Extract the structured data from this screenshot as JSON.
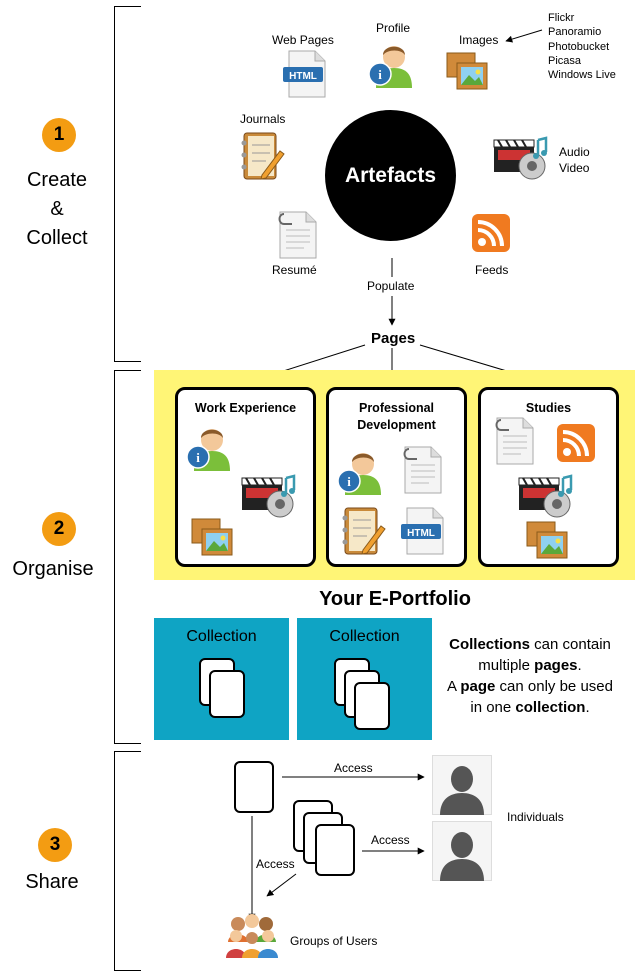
{
  "steps": [
    {
      "number": "1",
      "label_lines": [
        "Create",
        "&",
        "Collect"
      ]
    },
    {
      "number": "2",
      "label_lines": [
        "Organise"
      ]
    },
    {
      "number": "3",
      "label_lines": [
        "Share"
      ]
    }
  ],
  "artefacts": {
    "center": "Artefacts",
    "web_pages": "Web Pages",
    "profile": "Profile",
    "images": "Images",
    "image_sources": [
      "Flickr",
      "Panoramio",
      "Photobucket",
      "Picasa",
      "Windows Live"
    ],
    "journals": "Journals",
    "audio": "Audio",
    "video": "Video",
    "resume": "Resumé",
    "feeds": "Feeds",
    "populate": "Populate",
    "pages": "Pages"
  },
  "page_boxes": [
    {
      "title_lines": [
        "Work Experience"
      ]
    },
    {
      "title_lines": [
        "Professional",
        "Development"
      ]
    },
    {
      "title_lines": [
        "Studies"
      ]
    }
  ],
  "portfolio_title": "Your E-Portfolio",
  "collections": {
    "label": "Collection",
    "note": {
      "line1_bold": "Collections",
      "line1_rest": " can contain",
      "line2_pre": "multiple ",
      "line2_bold": "pages",
      "line2_post": ".",
      "line3_pre": "A ",
      "line3_bold": "page",
      "line3_post": " can only be used",
      "line4_pre": "in one ",
      "line4_bold": "collection",
      "line4_post": "."
    }
  },
  "share": {
    "access": "Access",
    "individuals": "Individuals",
    "groups": "Groups of Users"
  },
  "icons": {
    "html_badge": "HTML",
    "accent_orange": "#f39c12",
    "highlight_yellow": "#fff576",
    "collection_blue": "#0fa4c4"
  }
}
